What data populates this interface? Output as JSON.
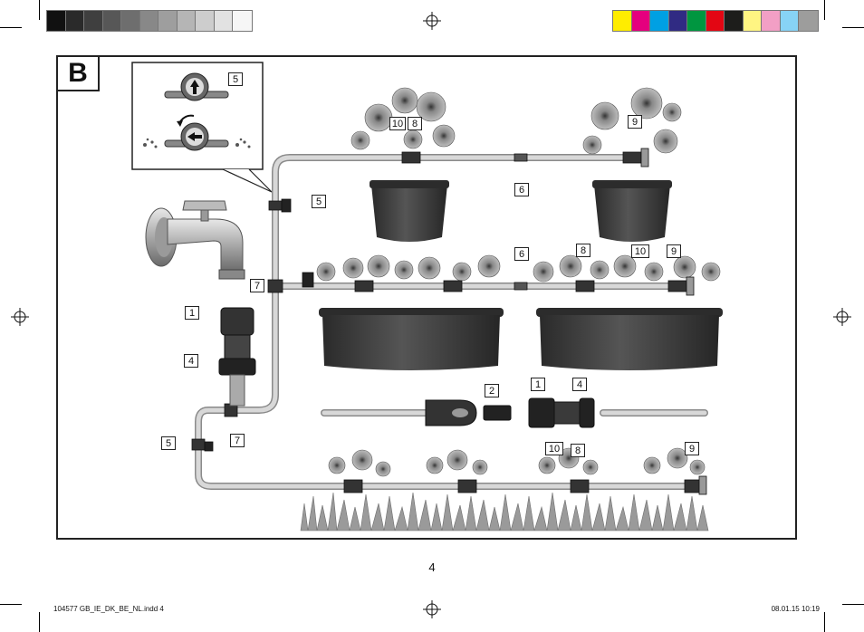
{
  "colors": {
    "grays": [
      "#111111",
      "#2a2a2a",
      "#3f3f3f",
      "#575757",
      "#6e6e6e",
      "#888888",
      "#9e9e9e",
      "#b5b5b5",
      "#cdcdcd",
      "#e2e2e2",
      "#f6f6f6"
    ],
    "process": [
      "#ffed00",
      "#e5007e",
      "#00a0e3",
      "#302b83",
      "#009640",
      "#e30613",
      "#1d1d1b",
      "#fff582",
      "#f29fc5",
      "#87d3f5",
      "#9d9d9c"
    ],
    "hose": "#c8c8c8",
    "planter": "#3a3a3a"
  },
  "figure_label": "B",
  "callouts": {
    "inset_meter": "5",
    "meter_main": "5",
    "tee_top": "7",
    "reg_1": "1",
    "reg_4": "4",
    "tee_bottom": "7",
    "meter_lower": "5",
    "pot1_dripper": "10",
    "pot1_connector": "8",
    "top_joint": "6",
    "pot2_endcap": "9",
    "box_joint": "6",
    "box_connector": "8",
    "box_dripper": "10",
    "box_endcap": "9",
    "quick_connector": "2",
    "kit_regulator": "1",
    "kit_filter": "4",
    "bed_dripper": "10",
    "bed_connector": "8",
    "bed_endcap": "9"
  },
  "page_number": "4",
  "footer": {
    "file": "104577 GB_IE_DK_BE_NL.indd   4",
    "date": "08.01.15   10:19"
  }
}
